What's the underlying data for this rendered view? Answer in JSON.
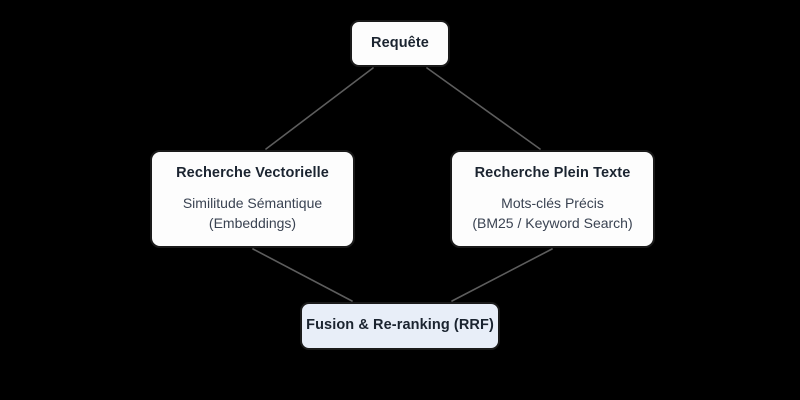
{
  "diagram": {
    "type": "flowchart",
    "background_color": "#000000",
    "edge_color": "#5d5d5d",
    "node_border_color": "#1a1a1a",
    "node_fill_default": "#fdfdfd",
    "node_fill_accent": "#e8eef8",
    "title_text_color": "#1b2430",
    "subtitle_text_color": "#3a4352",
    "nodes": {
      "query": {
        "title": "Requête"
      },
      "vector_search": {
        "title": "Recherche Vectorielle",
        "subtitle_line1": "Similitude Sémantique",
        "subtitle_line2": "(Embeddings)"
      },
      "fulltext_search": {
        "title": "Recherche Plein Texte",
        "subtitle_line1": "Mots-clés Précis",
        "subtitle_line2": "(BM25 / Keyword Search)"
      },
      "fusion": {
        "title": "Fusion & Re-ranking (RRF)"
      }
    },
    "edges": [
      {
        "from": "query",
        "to": "vector_search",
        "label": ""
      },
      {
        "from": "query",
        "to": "fulltext_search",
        "label": ""
      },
      {
        "from": "vector_search",
        "to": "fusion",
        "label": ""
      },
      {
        "from": "fulltext_search",
        "to": "fusion",
        "label": ""
      }
    ]
  }
}
